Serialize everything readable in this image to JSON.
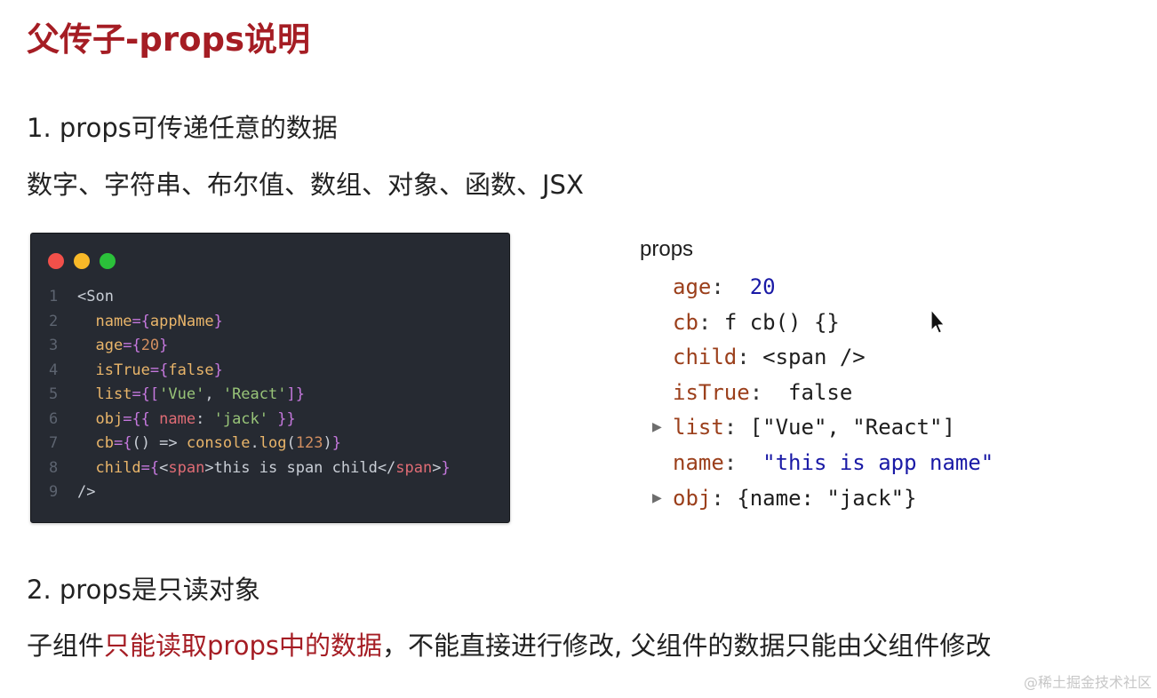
{
  "title": "父传子-props说明",
  "section1": {
    "heading": "1. props可传递任意的数据",
    "types": "数字、字符串、布尔值、数组、对象、函数、JSX"
  },
  "code": {
    "lines": [
      {
        "n": "1",
        "parts": [
          [
            "c-plain",
            "<Son"
          ]
        ]
      },
      {
        "n": "2",
        "parts": [
          [
            "c-plain",
            "  "
          ],
          [
            "c-attr",
            "name"
          ],
          [
            "c-punc",
            "={"
          ],
          [
            "c-ident",
            "appName"
          ],
          [
            "c-punc",
            "}"
          ]
        ]
      },
      {
        "n": "3",
        "parts": [
          [
            "c-plain",
            "  "
          ],
          [
            "c-attr",
            "age"
          ],
          [
            "c-punc",
            "={"
          ],
          [
            "c-num",
            "20"
          ],
          [
            "c-punc",
            "}"
          ]
        ]
      },
      {
        "n": "4",
        "parts": [
          [
            "c-plain",
            "  "
          ],
          [
            "c-attr",
            "isTrue"
          ],
          [
            "c-punc",
            "={"
          ],
          [
            "c-kw",
            "false"
          ],
          [
            "c-punc",
            "}"
          ]
        ]
      },
      {
        "n": "5",
        "parts": [
          [
            "c-plain",
            "  "
          ],
          [
            "c-attr",
            "list"
          ],
          [
            "c-punc",
            "={["
          ],
          [
            "c-str",
            "'Vue'"
          ],
          [
            "c-plain",
            ", "
          ],
          [
            "c-str",
            "'React'"
          ],
          [
            "c-punc",
            "]}"
          ]
        ]
      },
      {
        "n": "6",
        "parts": [
          [
            "c-plain",
            "  "
          ],
          [
            "c-attr",
            "obj"
          ],
          [
            "c-punc",
            "={{ "
          ],
          [
            "c-key",
            "name"
          ],
          [
            "c-plain",
            ": "
          ],
          [
            "c-str",
            "'jack'"
          ],
          [
            "c-punc",
            " }}"
          ]
        ]
      },
      {
        "n": "7",
        "parts": [
          [
            "c-plain",
            "  "
          ],
          [
            "c-attr",
            "cb"
          ],
          [
            "c-punc",
            "={"
          ],
          [
            "c-plain",
            "() => "
          ],
          [
            "c-fn",
            "console"
          ],
          [
            "c-plain",
            "."
          ],
          [
            "c-fn",
            "log"
          ],
          [
            "c-plain",
            "("
          ],
          [
            "c-num",
            "123"
          ],
          [
            "c-plain",
            ")"
          ],
          [
            "c-punc",
            "}"
          ]
        ]
      },
      {
        "n": "8",
        "parts": [
          [
            "c-plain",
            "  "
          ],
          [
            "c-attr",
            "child"
          ],
          [
            "c-punc",
            "={"
          ],
          [
            "c-plain",
            "<"
          ],
          [
            "c-tag",
            "span"
          ],
          [
            "c-plain",
            ">this is span child</"
          ],
          [
            "c-tag",
            "span"
          ],
          [
            "c-plain",
            ">"
          ],
          [
            "c-punc",
            "}"
          ]
        ]
      },
      {
        "n": "9",
        "parts": [
          [
            "c-plain",
            "/>"
          ]
        ]
      }
    ]
  },
  "props": {
    "title": "props",
    "rows": [
      {
        "key": "age",
        "colon": ": ",
        "value": " 20",
        "vclass": "prop-num",
        "caret": false
      },
      {
        "key": "cb",
        "colon": ": ",
        "value": "f cb() {}",
        "vclass": "prop-val",
        "caret": false
      },
      {
        "key": "child",
        "colon": ": ",
        "value": "<span />",
        "vclass": "prop-val",
        "caret": false
      },
      {
        "key": "isTrue",
        "colon": ": ",
        "value": " false",
        "vclass": "prop-bool",
        "caret": false
      },
      {
        "key": "list",
        "colon": ": ",
        "value": "[\"Vue\", \"React\"]",
        "vclass": "prop-val",
        "caret": true
      },
      {
        "key": "name",
        "colon": ": ",
        "value": " \"this is app name\"",
        "vclass": "prop-str",
        "caret": false
      },
      {
        "key": "obj",
        "colon": ": ",
        "value": "{name: \"jack\"}",
        "vclass": "prop-val",
        "caret": true
      }
    ]
  },
  "section2": {
    "heading": "2. props是只读对象",
    "text_before": "子组件",
    "text_highlight": "只能读取props中的数据",
    "text_after": "，不能直接进行修改, 父组件的数据只能由父组件修改"
  },
  "watermark": "@稀土掘金技术社区",
  "colors": {
    "accent": "#a51d24",
    "code_bg": "#262a32"
  }
}
